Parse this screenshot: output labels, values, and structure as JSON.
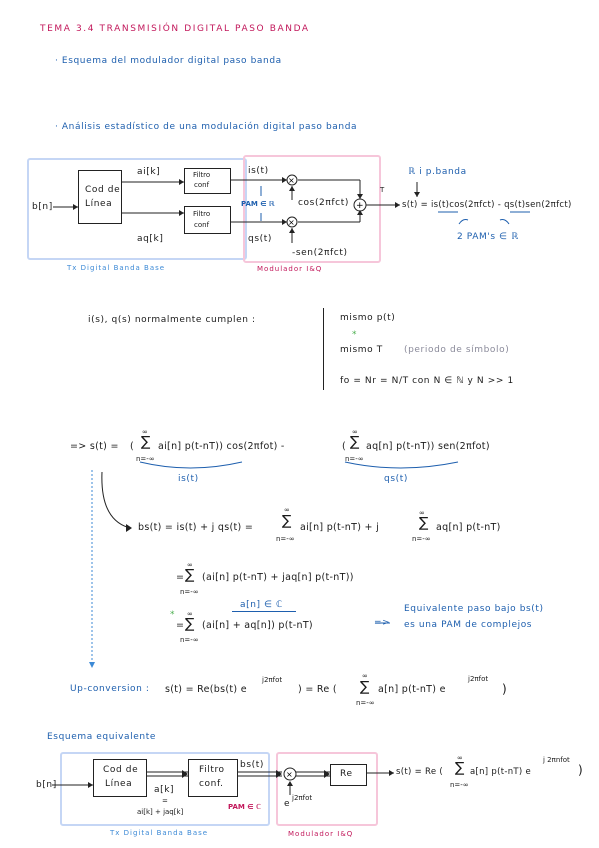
{
  "header": {
    "title": "TEMA 3.4 TRANSMISIÓN DIGITAL PASO BANDA"
  },
  "bullets": [
    "Esquema del modulador digital paso banda",
    "Análisis estadístico de una modulación digital paso banda"
  ],
  "diagram1": {
    "input": "b[n]",
    "coder_line1": "Cod de",
    "coder_line2": "Línea",
    "ai_label": "ai[k]",
    "aq_label": "aq[k]",
    "filter_top_line1": "Filtro",
    "filter_top_line2": "conf",
    "filter_bot_line1": "Filtro",
    "filter_bot_line2": "conf",
    "is_label": "is(t)",
    "qs_label": "qs(t)",
    "pam_label": "PAM ∈ ℝ",
    "cos_label": "cos(2πfct)",
    "sen_label": "-sen(2πfct)",
    "T_label": "T",
    "output_eq": "s(t) = is(t)cos(2πfct) - qs(t)sen(2πfct)",
    "rp_label": "ℝ i p.banda",
    "pams_label": "2 PAM's ∈ ℝ",
    "caption_tx": "Tx Digital Banda Base",
    "caption_mod": "Modulador I&Q"
  },
  "conditions": {
    "lead": "i(s), q(s) normalmente cumplen :",
    "item1": "mismo p(t)",
    "item2": "mismo T",
    "item2_note": "(periodo de símbolo)",
    "item3": "fo = Nr = N/T  con N ∈ ℕ  y N >> 1"
  },
  "derivation": {
    "main_eq_prefix": "=> s(t) =",
    "sum_top": "∞",
    "sum_bottom": "n=-∞",
    "term_i": "ai[n] p(t-nT)) cos(2πfot) -",
    "term_q": "aq[n] p(t-nT)) sen(2πfot)",
    "brace_i": "is(t)",
    "brace_q": "qs(t)",
    "bs_prefix": "bs(t) = is(t) + j qs(t) =",
    "bs_term1": "ai[n] p(t-nT) + j",
    "bs_term2": "aq[n] p(t-nT)",
    "line2": "(ai[n] p(t-nT) + jaq[n] p(t-nT))",
    "line2_prefix": "=",
    "an_label": "a[n] ∈ ℂ",
    "line3": "(ai[n] + aq[n]) p(t-nT)",
    "line3_arrow": "=>",
    "note1": "Equivalente paso bajo bs(t)",
    "note2": "es una PAM de complejos",
    "star": "*",
    "upconv_label": "Up-conversion :",
    "upconv_eq1": "s(t) = Re(bs(t) e",
    "upconv_exp": "j2πfot",
    "upconv_eq2": ") = Re (",
    "upconv_eq3": "a[n] p(t-nT) e",
    "upconv_end": ")"
  },
  "diagram2": {
    "heading": "Esquema equivalente",
    "input": "b[n]",
    "coder_line1": "Cod de",
    "coder_line2": "Línea",
    "ak_label": "a[k]",
    "ak_sub": "ai[k] + jaq[k]",
    "filter_line1": "Filtro",
    "filter_line2": "conf.",
    "bs_label": "bs(t)",
    "pam_c": "PAM ∈ ℂ",
    "exp_label": "e",
    "exp_sup": "j2πfot",
    "re_label": "Re",
    "output_eq": "s(t) = Re (",
    "output_eq2": "a[n] p(t-nT) e",
    "output_sup": "j 2πnfot",
    "output_end": ")",
    "caption_tx": "Tx Digital Banda Base",
    "caption_mod": "Modulador I&Q"
  }
}
